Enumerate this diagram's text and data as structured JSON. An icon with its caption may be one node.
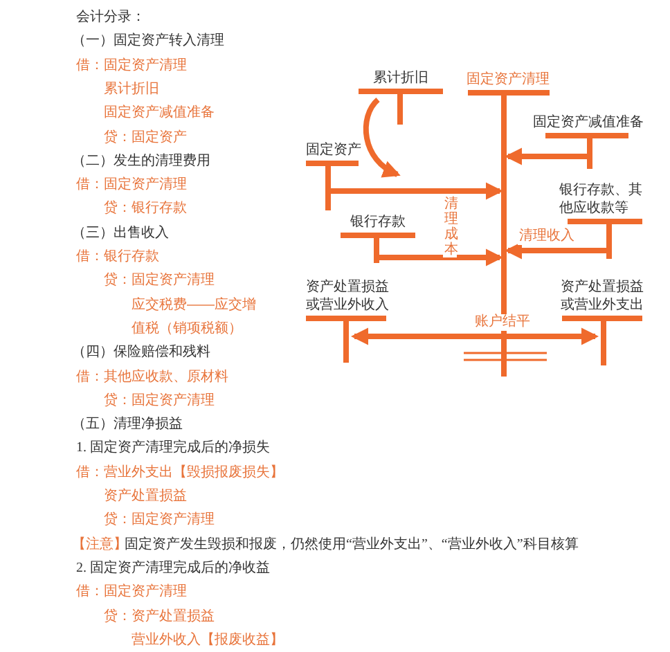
{
  "diagram": {
    "nodes": [
      {
        "text": [
          "累计折旧"
        ]
      },
      {
        "text": [
          "固定资产清理"
        ]
      },
      {
        "text": [
          "固定资产减值准备"
        ]
      },
      {
        "text": [
          "固定资产"
        ]
      },
      {
        "text": [
          "银行存款、其他应收款等"
        ]
      },
      {
        "text": [
          "银行存款"
        ]
      },
      {
        "text": [
          "资产处置损益或营业外收入"
        ]
      },
      {
        "text": [
          "资产处置损益或营业外支出"
        ]
      }
    ],
    "edges": [
      {
        "from": 0,
        "to": 3,
        "arrow": "to"
      },
      {
        "from": 2,
        "to": 1,
        "arrow": "to"
      },
      {
        "from": 3,
        "to": 1,
        "arrow": "to"
      },
      {
        "from": 4,
        "to": 1,
        "arrow": "to",
        "label": "清理收入"
      },
      {
        "from": 5,
        "to": 1,
        "arrow": "to",
        "label": "清理成本"
      },
      {
        "from": 6,
        "to": 7,
        "arrow": "both",
        "label": "账户结平"
      }
    ],
    "labels": [
      "会计分录：",
      "（一）固定资产转入清理",
      "借：固定资产清理",
      "累计折旧",
      "固定资产减值准备",
      "贷：固定资产",
      "（二）发生的清理费用",
      "借：固定资产清理",
      "贷：银行存款",
      "（三）出售收入",
      "借：银行存款",
      "贷：固定资产清理",
      "应交税费——应交增值税（销项税额）",
      "（四）保险赔偿和残料",
      "借：其他应收款、原材料",
      "贷：固定资产清理",
      "（五）清理净损益",
      "1. 固定资产清理完成后的净损失",
      "借：营业外支出【毁损报废损失】",
      "资产处置损益",
      "贷：固定资产清理",
      "【注意】",
      "固定资产发生毁损和报废，仍然使用“营业外支出”、“营业外收入”科目核算",
      "2. 固定资产清理完成后的净收益",
      "借：固定资产清理",
      "贷：资产处置损益",
      "营业外收入【报废收益】"
    ]
  }
}
